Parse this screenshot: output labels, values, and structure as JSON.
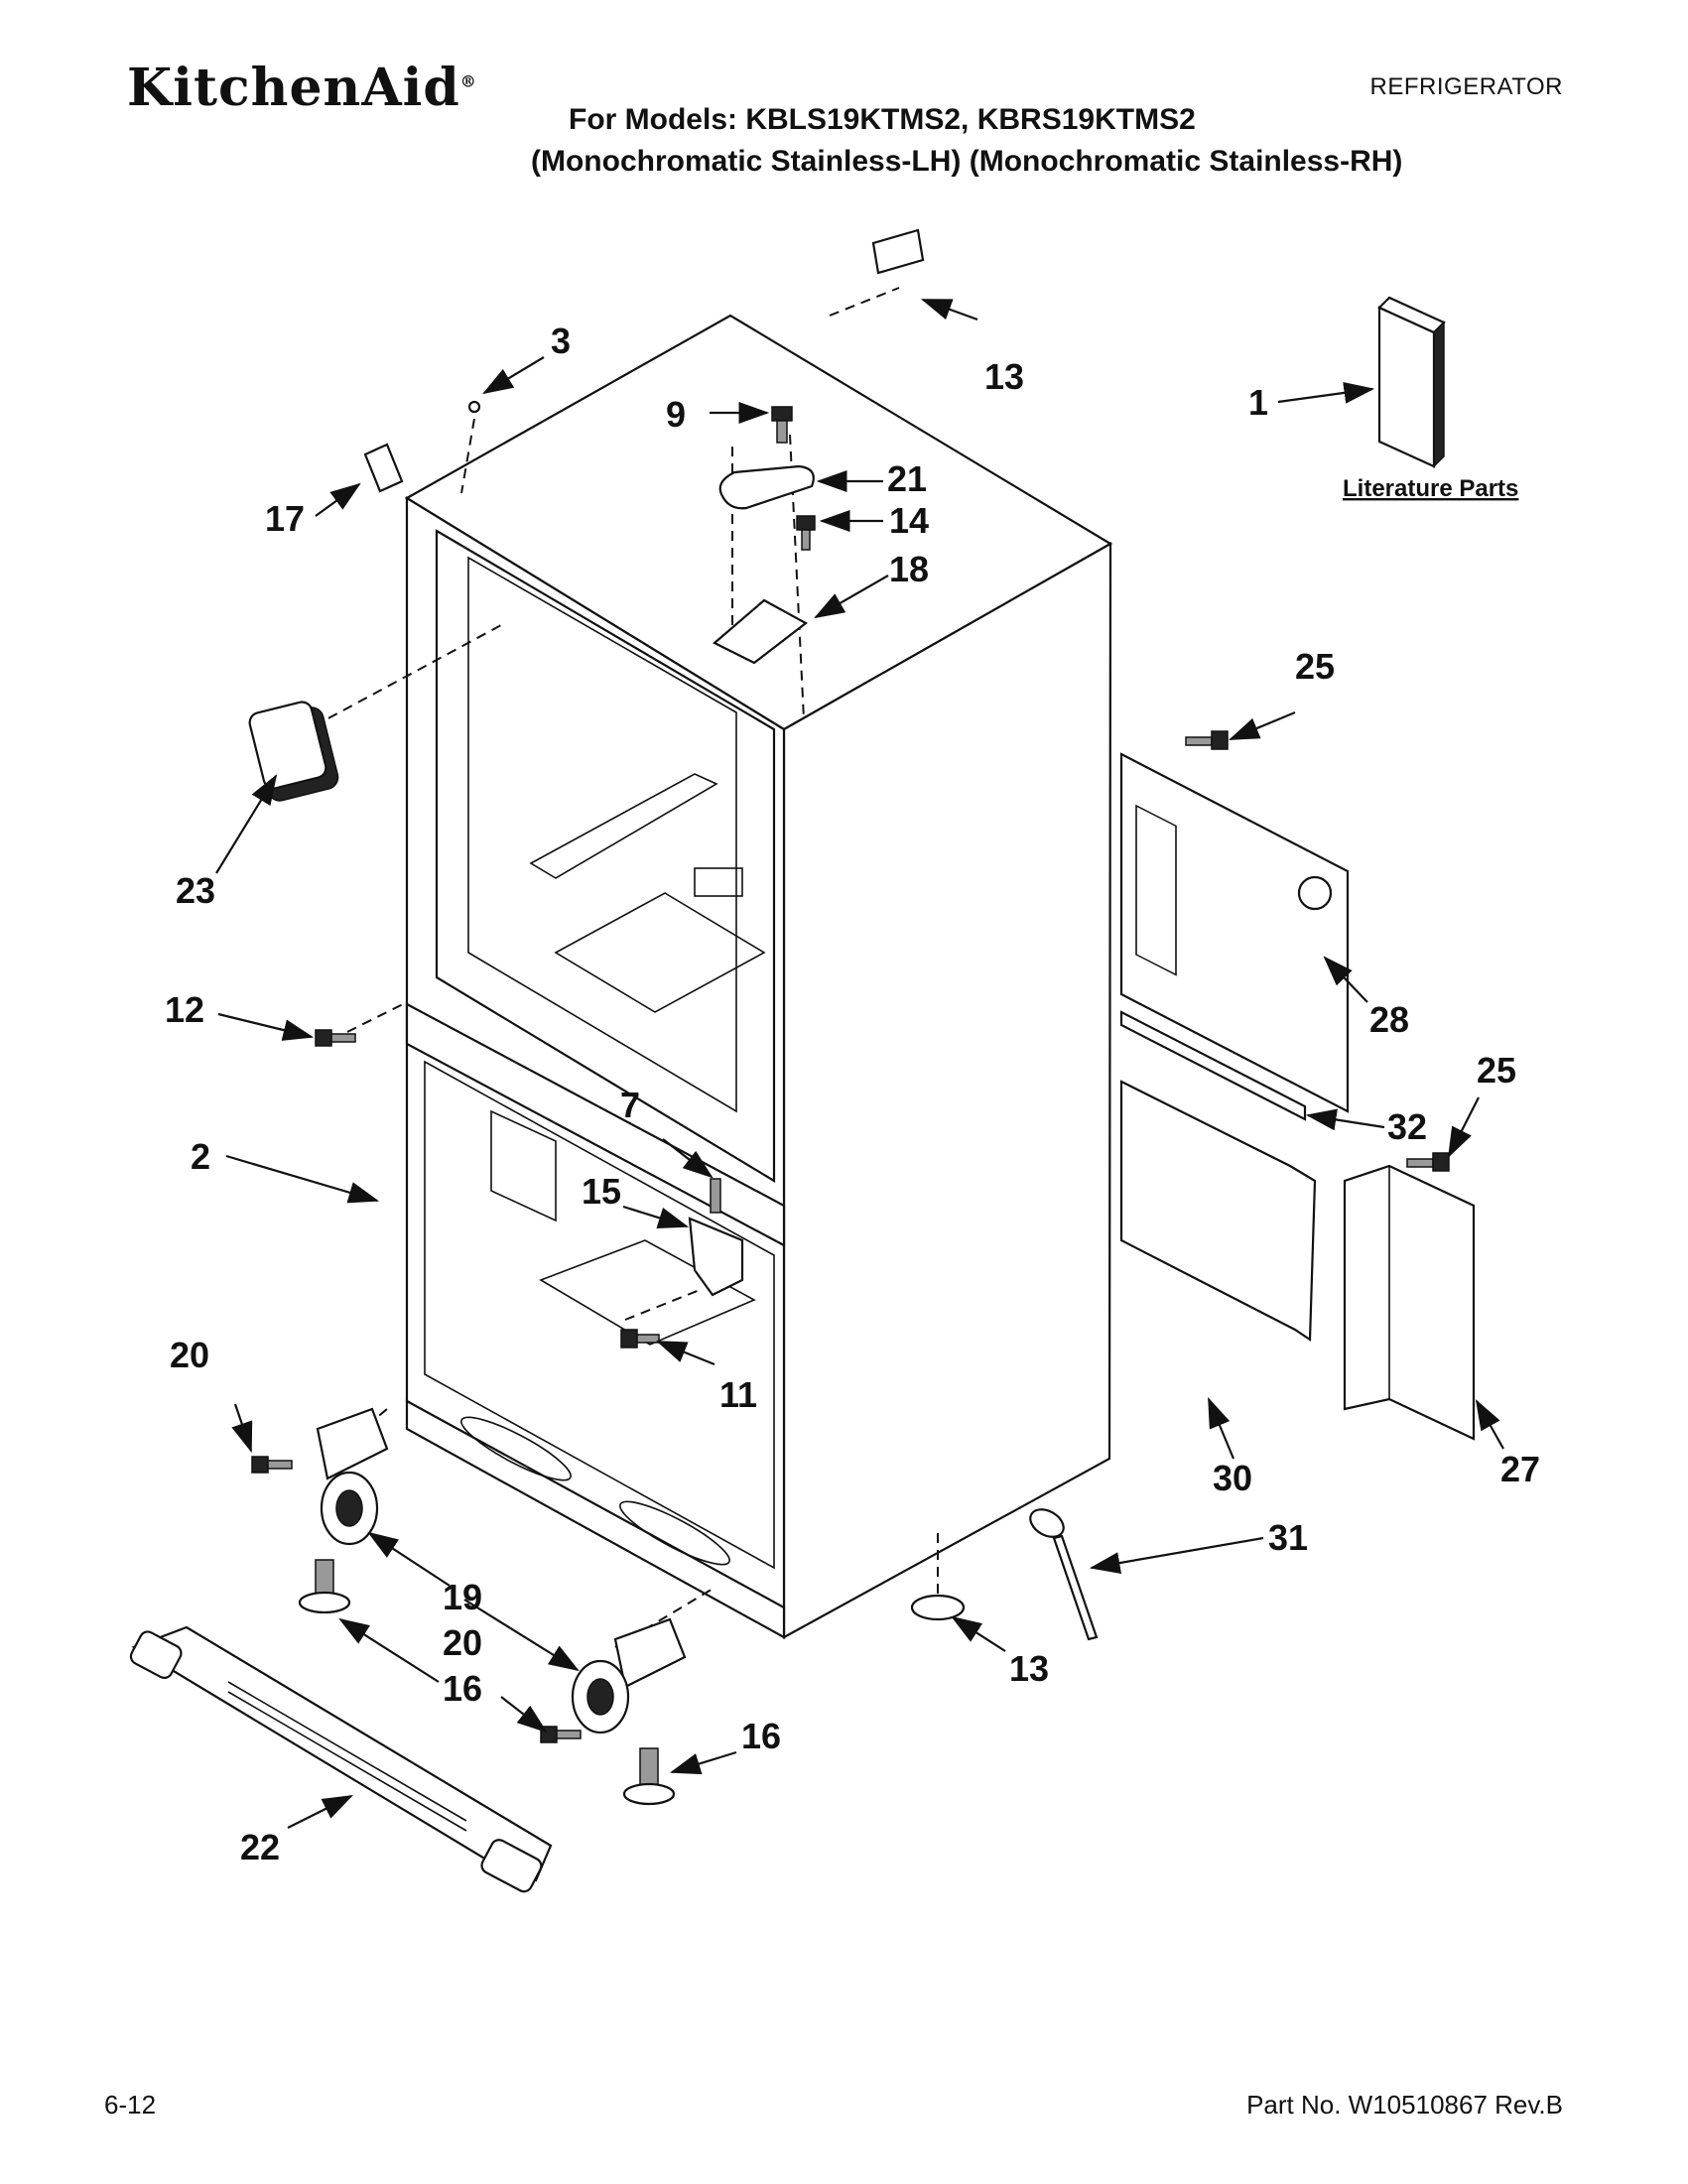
{
  "header": {
    "brand": "KitchenAid",
    "category": "REFRIGERATOR",
    "models_line": "For Models: KBLS19KTMS2, KBRS19KTMS2",
    "variants_line": "(Monochromatic Stainless-LH) (Monochromatic Stainless-RH)"
  },
  "diagram": {
    "literature_label": "Literature Parts",
    "callouts": {
      "c1": "1",
      "c2": "2",
      "c3": "3",
      "c7": "7",
      "c9": "9",
      "c11": "11",
      "c12": "12",
      "c13a": "13",
      "c13b": "13",
      "c14": "14",
      "c15": "15",
      "c16a": "16",
      "c16b": "16",
      "c17": "17",
      "c18": "18",
      "c19": "19",
      "c20a": "20",
      "c20b": "20",
      "c21": "21",
      "c22": "22",
      "c23": "23",
      "c25a": "25",
      "c25b": "25",
      "c27": "27",
      "c28": "28",
      "c30": "30",
      "c31": "31",
      "c32": "32"
    }
  },
  "footer": {
    "page": "6-12",
    "part_no": "Part No. W10510867 Rev.B"
  }
}
